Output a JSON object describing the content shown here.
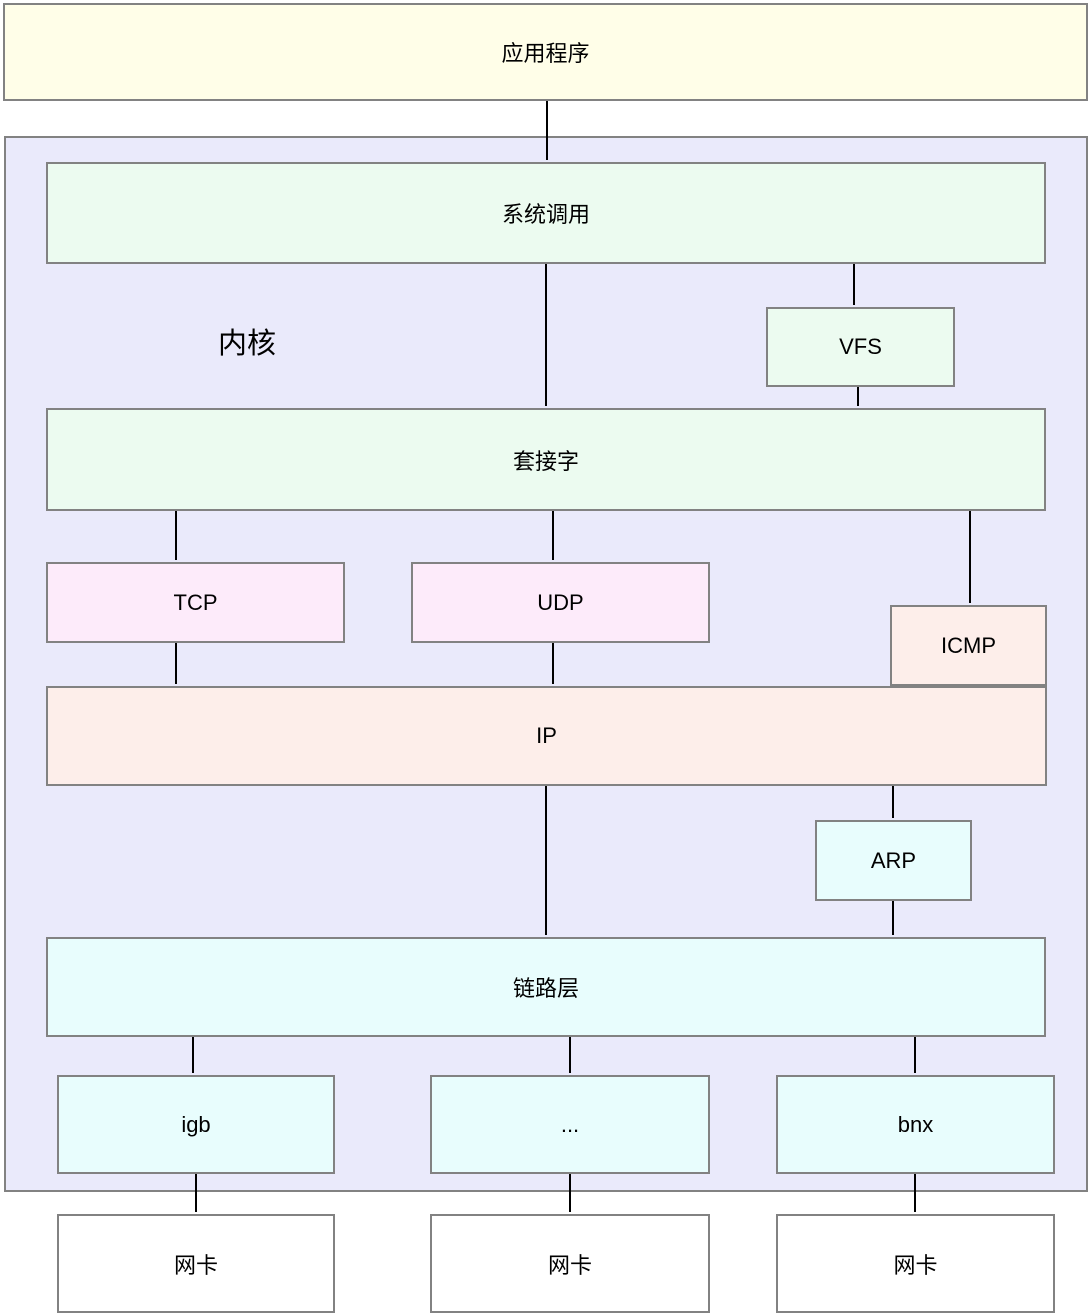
{
  "diagram": {
    "title_hint": "Linux 网络协议栈结构图",
    "nodes": {
      "application": "应用程序",
      "kernel_label": "内核",
      "syscall": "系统调用",
      "vfs": "VFS",
      "socket": "套接字",
      "tcp": "TCP",
      "udp": "UDP",
      "icmp": "ICMP",
      "ip": "IP",
      "arp": "ARP",
      "link_layer": "链路层",
      "drivers": [
        "igb",
        "...",
        "bnx"
      ],
      "nics": [
        "网卡",
        "网卡",
        "网卡"
      ]
    },
    "edges": [
      {
        "from": "application",
        "to": "syscall"
      },
      {
        "from": "syscall",
        "to": "socket"
      },
      {
        "from": "syscall",
        "to": "vfs"
      },
      {
        "from": "vfs",
        "to": "socket"
      },
      {
        "from": "socket",
        "to": "tcp"
      },
      {
        "from": "socket",
        "to": "udp"
      },
      {
        "from": "socket",
        "to": "icmp"
      },
      {
        "from": "tcp",
        "to": "ip"
      },
      {
        "from": "udp",
        "to": "ip"
      },
      {
        "from": "ip",
        "to": "link_layer"
      },
      {
        "from": "ip",
        "to": "arp"
      },
      {
        "from": "arp",
        "to": "link_layer"
      },
      {
        "from": "link_layer",
        "to": "igb"
      },
      {
        "from": "link_layer",
        "to": "driver_ellipsis"
      },
      {
        "from": "link_layer",
        "to": "bnx"
      },
      {
        "from": "igb",
        "to": "nic_1"
      },
      {
        "from": "driver_ellipsis",
        "to": "nic_2"
      },
      {
        "from": "bnx",
        "to": "nic_3"
      }
    ],
    "palette": {
      "application_fill": "#FFFEE8",
      "kernel_fill": "#EAEAFB",
      "green_fill": "#ECFBF0",
      "pink_fill": "#FDEBFA",
      "peach_fill": "#FDEEEA",
      "cyan_fill": "#E8FDFD",
      "nic_fill": "#FFFFFF",
      "border": "#828282",
      "arrow": "#000000"
    }
  }
}
